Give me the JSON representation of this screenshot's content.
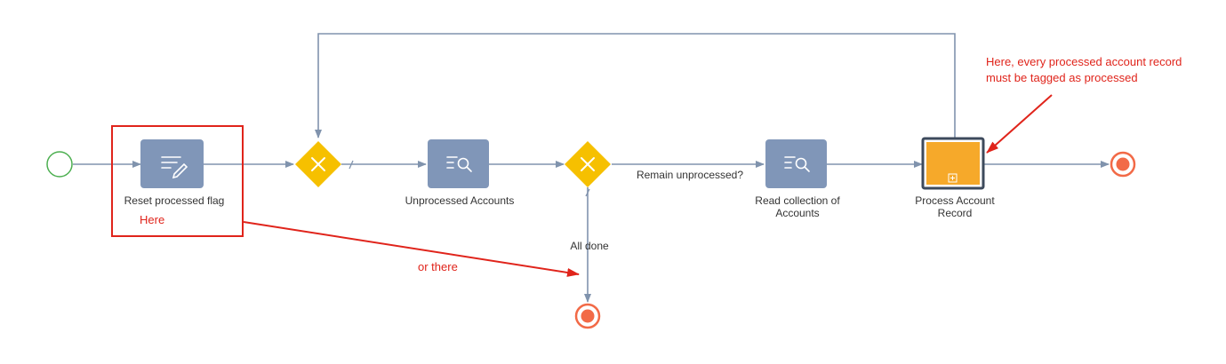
{
  "diagram": {
    "tasks": {
      "reset": "Reset processed flag",
      "unprocessed": "Unprocessed Accounts",
      "read_line1": "Read collection of",
      "read_line2": "Accounts",
      "process_line1": "Process Account",
      "process_line2": "Record"
    },
    "flows": {
      "remain": "Remain unprocessed?",
      "all_done": "All done"
    }
  },
  "annotations": {
    "here": "Here",
    "or_there": "or there",
    "note_line1": "Here, every processed account record",
    "note_line2": "must be tagged as processed"
  },
  "icons": {
    "reset_task": "edit-list-icon",
    "unprocessed_task": "search-list-icon",
    "read_task": "search-list-icon",
    "process_task": "subprocess-expand-icon",
    "gateway": "exclusive-x-icon"
  },
  "colors": {
    "task": "#8096b8",
    "gateway": "#f6c000",
    "subprocess": "#f6a92a",
    "start": "#4caf50",
    "end": "#f26a47",
    "flow": "#8093ad",
    "annotation": "#e0241b"
  }
}
